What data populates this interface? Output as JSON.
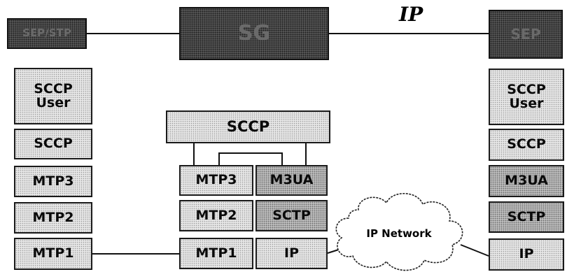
{
  "title": "IP",
  "nodes": {
    "left_node": "SEP/STP",
    "middle_node": "SG",
    "right_node": "SEP"
  },
  "left_stack": [
    "SCCP\nUser",
    "SCCP",
    "MTP3",
    "MTP2",
    "MTP1"
  ],
  "gateway": {
    "sccp": "SCCP",
    "left": [
      "MTP3",
      "MTP2",
      "MTP1"
    ],
    "right": [
      "M3UA",
      "SCTP",
      "IP"
    ]
  },
  "right_stack": [
    "SCCP\nUser",
    "SCCP",
    "M3UA",
    "SCTP",
    "IP"
  ],
  "cloud": "IP Network"
}
